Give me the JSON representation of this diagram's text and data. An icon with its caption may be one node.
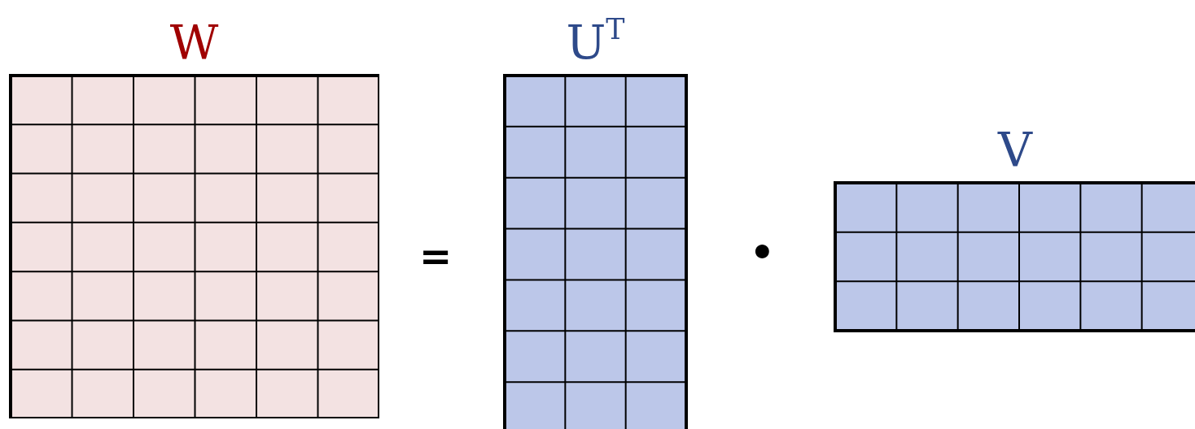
{
  "diagram": {
    "nodes": [
      {
        "text": [
          "W"
        ]
      },
      {
        "text": [
          "U$^{T}$"
        ]
      },
      {
        "text": [
          "V"
        ]
      }
    ],
    "labels": [
      "=",
      "•"
    ]
  }
}
